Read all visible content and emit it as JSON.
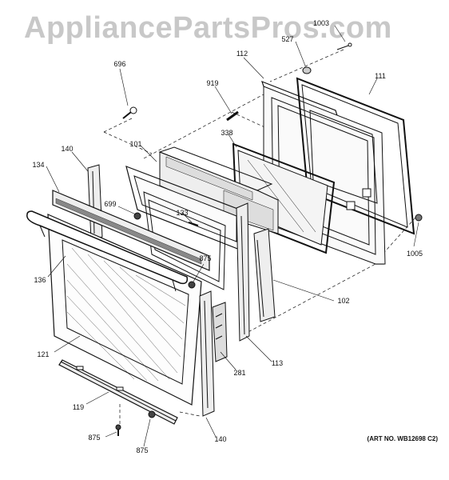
{
  "watermark": "AppliancePartsPros.com",
  "art_number": "(ART NO. WB12698 C2)",
  "diagram_type": "exploded parts diagram - oven door assembly",
  "part_numbers": {
    "p1003": "1003",
    "p527": "527",
    "p112": "112",
    "p111": "111",
    "p696": "696",
    "p919": "919",
    "p338": "338",
    "p140_top": "140",
    "p101": "101",
    "p134": "134",
    "p699": "699",
    "p133": "133",
    "p875_mid": "875",
    "p136": "136",
    "p1005": "1005",
    "p102": "102",
    "p121": "121",
    "p113": "113",
    "p281": "281",
    "p119": "119",
    "p875_left": "875",
    "p875_bottom": "875",
    "p140_bottom": "140"
  }
}
